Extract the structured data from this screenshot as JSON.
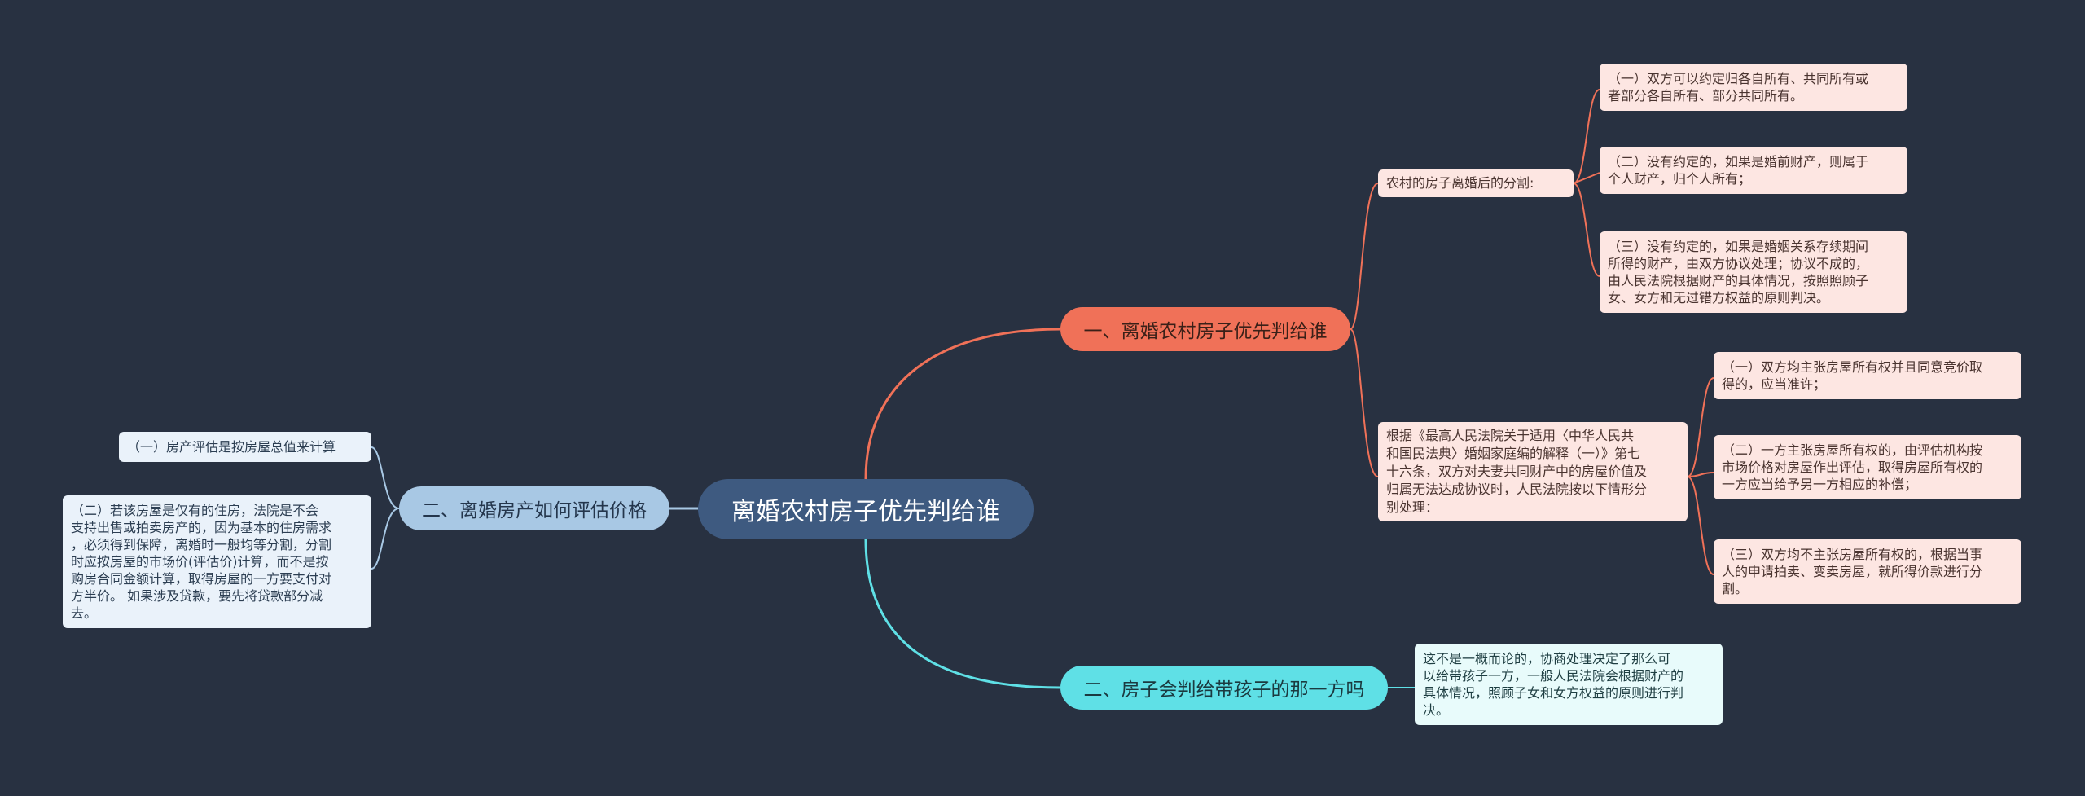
{
  "root": {
    "label": "离婚农村房子优先判给谁"
  },
  "branches": [
    {
      "label": "一、离婚农村房子优先判给谁",
      "color": "#f07158",
      "children": [
        {
          "label": "农村的房子离婚后的分割:",
          "children": [
            {
              "text": "（一）双方可以约定归各自所有、共同所有或\n者部分各自所有、部分共同所有。"
            },
            {
              "text": "（二）没有约定的，如果是婚前财产，则属于\n个人财产，归个人所有；"
            },
            {
              "text": "（三）没有约定的，如果是婚姻关系存续期间\n所得的财产，由双方协议处理；协议不成的，\n由人民法院根据财产的具体情况，按照照顾子\n女、女方和无过错方权益的原则判决。"
            }
          ]
        },
        {
          "label": "根据《最高人民法院关于适用〈中华人民共\n和国民法典〉婚姻家庭编的解释（一）》第七\n十六条，双方对夫妻共同财产中的房屋价值及\n归属无法达成协议时，人民法院按以下情形分\n别处理：",
          "children": [
            {
              "text": "（一）双方均主张房屋所有权并且同意竞价取\n得的，应当准许；"
            },
            {
              "text": "（二）一方主张房屋所有权的，由评估机构按\n市场价格对房屋作出评估，取得房屋所有权的\n一方应当给予另一方相应的补偿；"
            },
            {
              "text": "（三）双方均不主张房屋所有权的，根据当事\n人的申请拍卖、变卖房屋，就所得价款进行分\n割。"
            }
          ]
        }
      ]
    },
    {
      "label": "二、房子会判给带孩子的那一方吗",
      "color": "#5fe0e6",
      "children": [
        {
          "text": "这不是一概而论的，协商处理决定了那么可\n以给带孩子一方，一般人民法院会根据财产的\n具体情况，照顾子女和女方权益的原则进行判\n决。"
        }
      ]
    },
    {
      "label": "二、离婚房产如何评估价格",
      "color": "#a8c8e4",
      "children": [
        {
          "text": "（一）房产评估是按房屋总值来计算"
        },
        {
          "text": "（二）若该房屋是仅有的住房，法院是不会\n支持出售或拍卖房产的，因为基本的住房需求\n，必须得到保障，离婚时一般均等分割，分割\n时应按房屋的市场价(评估价)计算，而不是按\n购房合同金额计算，取得房屋的一方要支付对\n方半价。 如果涉及贷款，要先将贷款部分减\n去。"
        }
      ]
    }
  ]
}
